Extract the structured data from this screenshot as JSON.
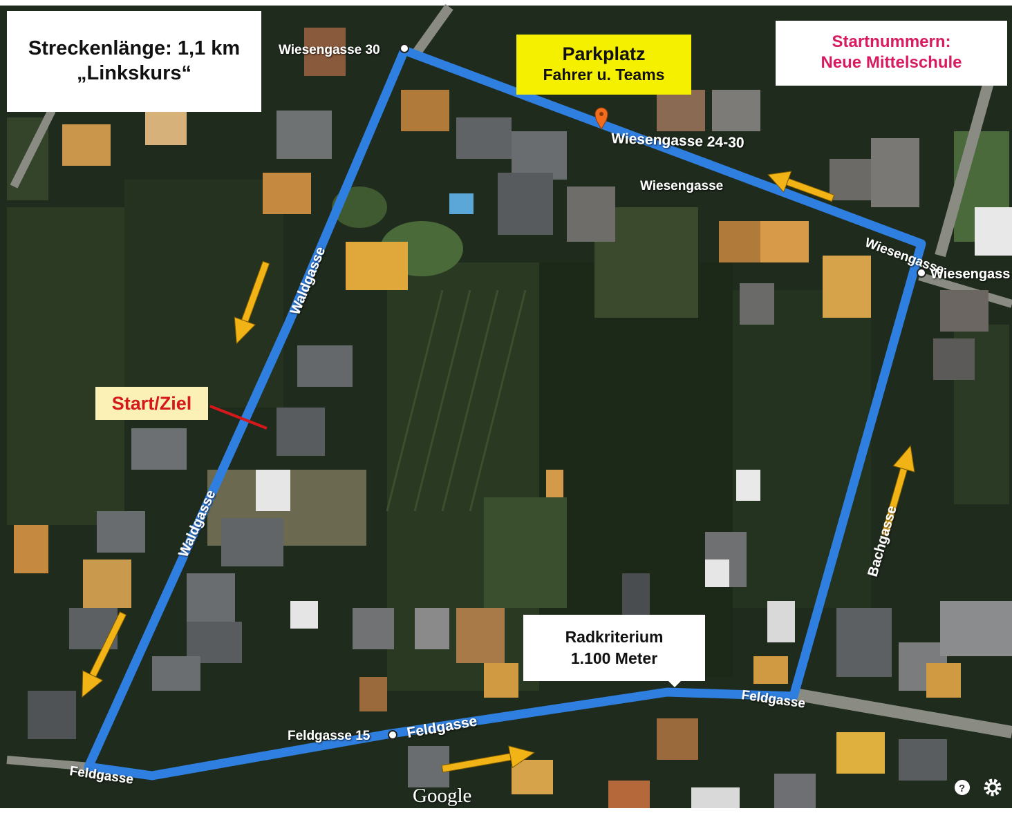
{
  "info": {
    "length": "Streckenlänge: 1,1 km",
    "course": "„Linkskurs“"
  },
  "parking": {
    "title": "Parkplatz",
    "subtitle": "Fahrer u. Teams"
  },
  "start_numbers": {
    "line1": "Startnummern:",
    "line2": "Neue Mittelschule"
  },
  "start_finish": "Start/Ziel",
  "race": {
    "line1": "Radkriterium",
    "line2": "1.100 Meter"
  },
  "map_labels": {
    "wiesengasse_30": "Wiesengasse 30",
    "wiesengasse_24_30": "Wiesengasse 24-30",
    "wiesengasse": "Wiesengasse",
    "wiesengasse_corner": "Wiesengasse",
    "wiesengass_right": "Wiesengass",
    "waldgasse_upper": "Waldgasse",
    "waldgasse_lower": "Waldgasse",
    "bachgasse": "Bachgasse",
    "feldgasse_15": "Feldgasse 15",
    "feldgasse_mid": "Feldgasse",
    "feldgasse_left": "Feldgasse",
    "feldgasse_right": "Feldgasse",
    "google": "Google"
  },
  "colors": {
    "route": "#2f7fe0",
    "arrow": "#f2b317",
    "parking_bg": "#f5f000",
    "start_numbers_text": "#d81b60",
    "start_finish_text": "#d4181c",
    "start_finish_bg": "#fbf1b7",
    "pin": "#f36b1c"
  },
  "icons": {
    "help": "help-icon",
    "settings": "gear-icon",
    "pin": "map-pin-icon"
  }
}
